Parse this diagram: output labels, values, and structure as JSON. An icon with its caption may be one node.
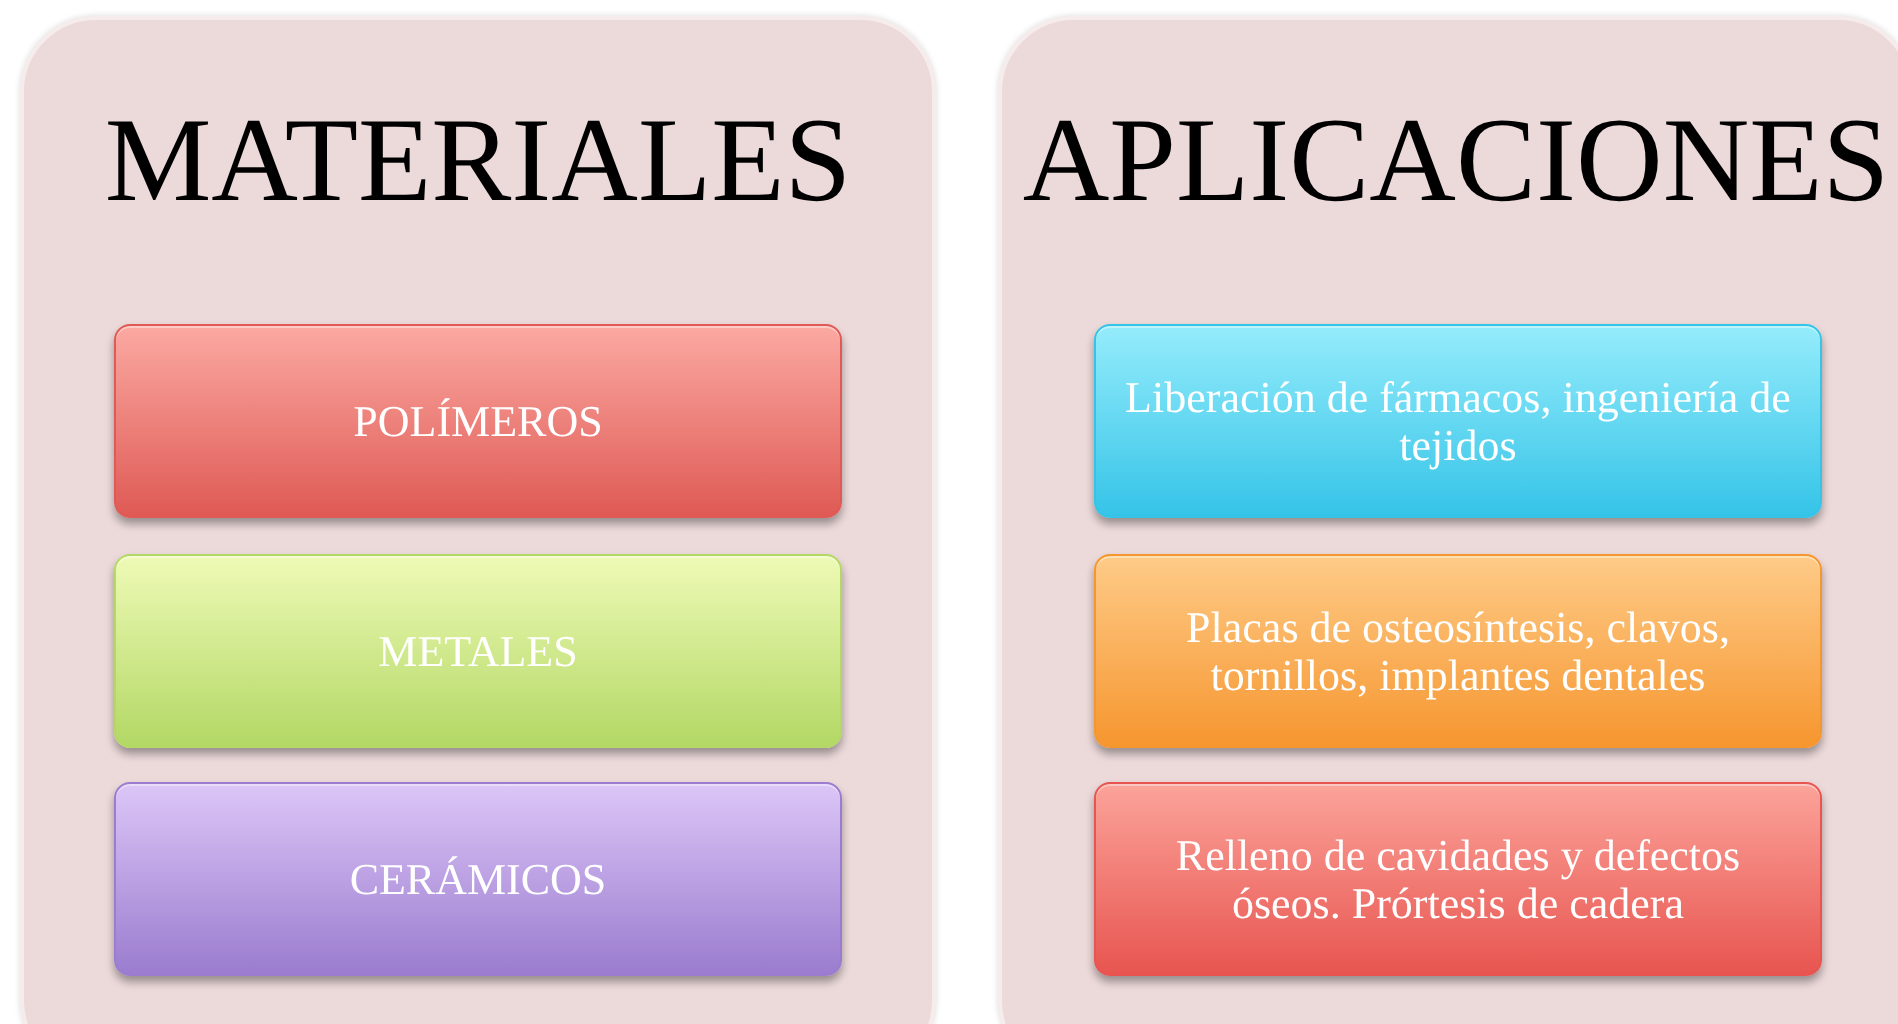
{
  "diagram": {
    "nodes": [
      {
        "text": [
          "MATERIALES"
        ]
      },
      {
        "text": [
          "POLÍMEROS"
        ],
        "in": 0
      },
      {
        "text": [
          "METALES"
        ],
        "in": 0
      },
      {
        "text": [
          "CERÁMICOS"
        ],
        "in": 0
      },
      {
        "text": [
          "APLICACIONES"
        ]
      },
      {
        "text": [
          "Liberación de fármacos, ingeniería de tejidos"
        ],
        "in": 4
      },
      {
        "text": [
          "Placas de osteosíntesis, clavos, tornillos, implantes dentales"
        ],
        "in": 4
      },
      {
        "text": [
          "Relleno de cavidades y defectos óseos. Prórtesis de cadera"
        ],
        "in": 4
      }
    ],
    "edges": []
  }
}
